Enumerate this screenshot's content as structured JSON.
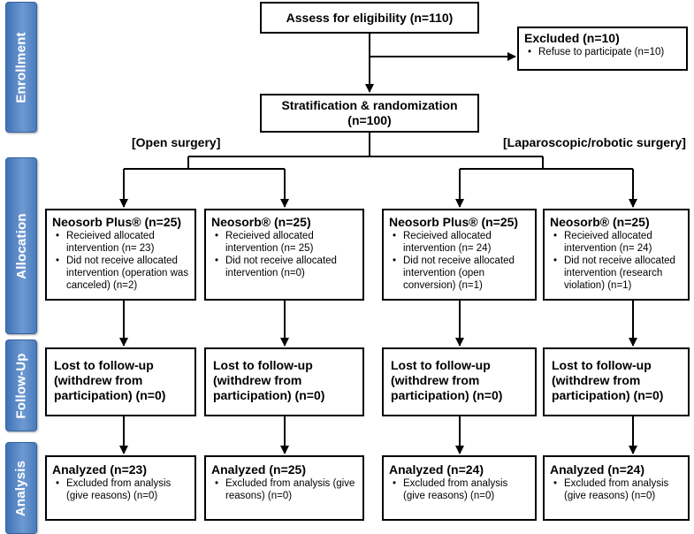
{
  "stages": {
    "enrollment": "Enrollment",
    "allocation": "Allocation",
    "follow_up": "Follow-Up",
    "analysis": "Analysis"
  },
  "eligibility": {
    "title": "Assess for eligibility (n=110)"
  },
  "excluded": {
    "title": "Excluded (n=10)",
    "items": [
      "Refuse to participate (n=10)"
    ]
  },
  "randomization": {
    "line1": "Stratification & randomization",
    "line2": "(n=100)"
  },
  "sections": {
    "open": "[Open surgery]",
    "laparoscopic": "[Laparoscopic/robotic surgery]"
  },
  "allocation": [
    {
      "title": "Neosorb Plus® (n=25)",
      "items": [
        "Recieived allocated intervention (n= 23)",
        "Did not receive allocated intervention (operation was canceled) (n=2)"
      ]
    },
    {
      "title": "Neosorb® (n=25)",
      "items": [
        "Recieived allocated intervention (n= 25)",
        "Did not receive allocated intervention (n=0)"
      ]
    },
    {
      "title": "Neosorb Plus® (n=25)",
      "items": [
        "Recieived allocated intervention (n= 24)",
        "Did not receive allocated intervention (open conversion) (n=1)"
      ]
    },
    {
      "title": "Neosorb® (n=25)",
      "items": [
        "Recieived allocated intervention (n= 24)",
        "Did not receive allocated intervention (research violation) (n=1)"
      ]
    }
  ],
  "follow_up": [
    {
      "text": "Lost to follow-up (withdrew from participation) (n=0)"
    },
    {
      "text": "Lost to follow-up (withdrew from participation) (n=0)"
    },
    {
      "text": "Lost to follow-up (withdrew from participation) (n=0)"
    },
    {
      "text": "Lost to follow-up (withdrew from participation) (n=0)"
    }
  ],
  "analysis": [
    {
      "title": "Analyzed (n=23)",
      "items": [
        "Excluded from analysis (give reasons) (n=0)"
      ]
    },
    {
      "title": "Analyzed (n=25)",
      "items": [
        "Excluded from analysis (give reasons) (n=0)"
      ]
    },
    {
      "title": "Analyzed (n=24)",
      "items": [
        "Excluded from analysis (give reasons) (n=0)"
      ]
    },
    {
      "title": "Analyzed (n=24)",
      "items": [
        "Excluded from analysis (give reasons) (n=0)"
      ]
    }
  ]
}
